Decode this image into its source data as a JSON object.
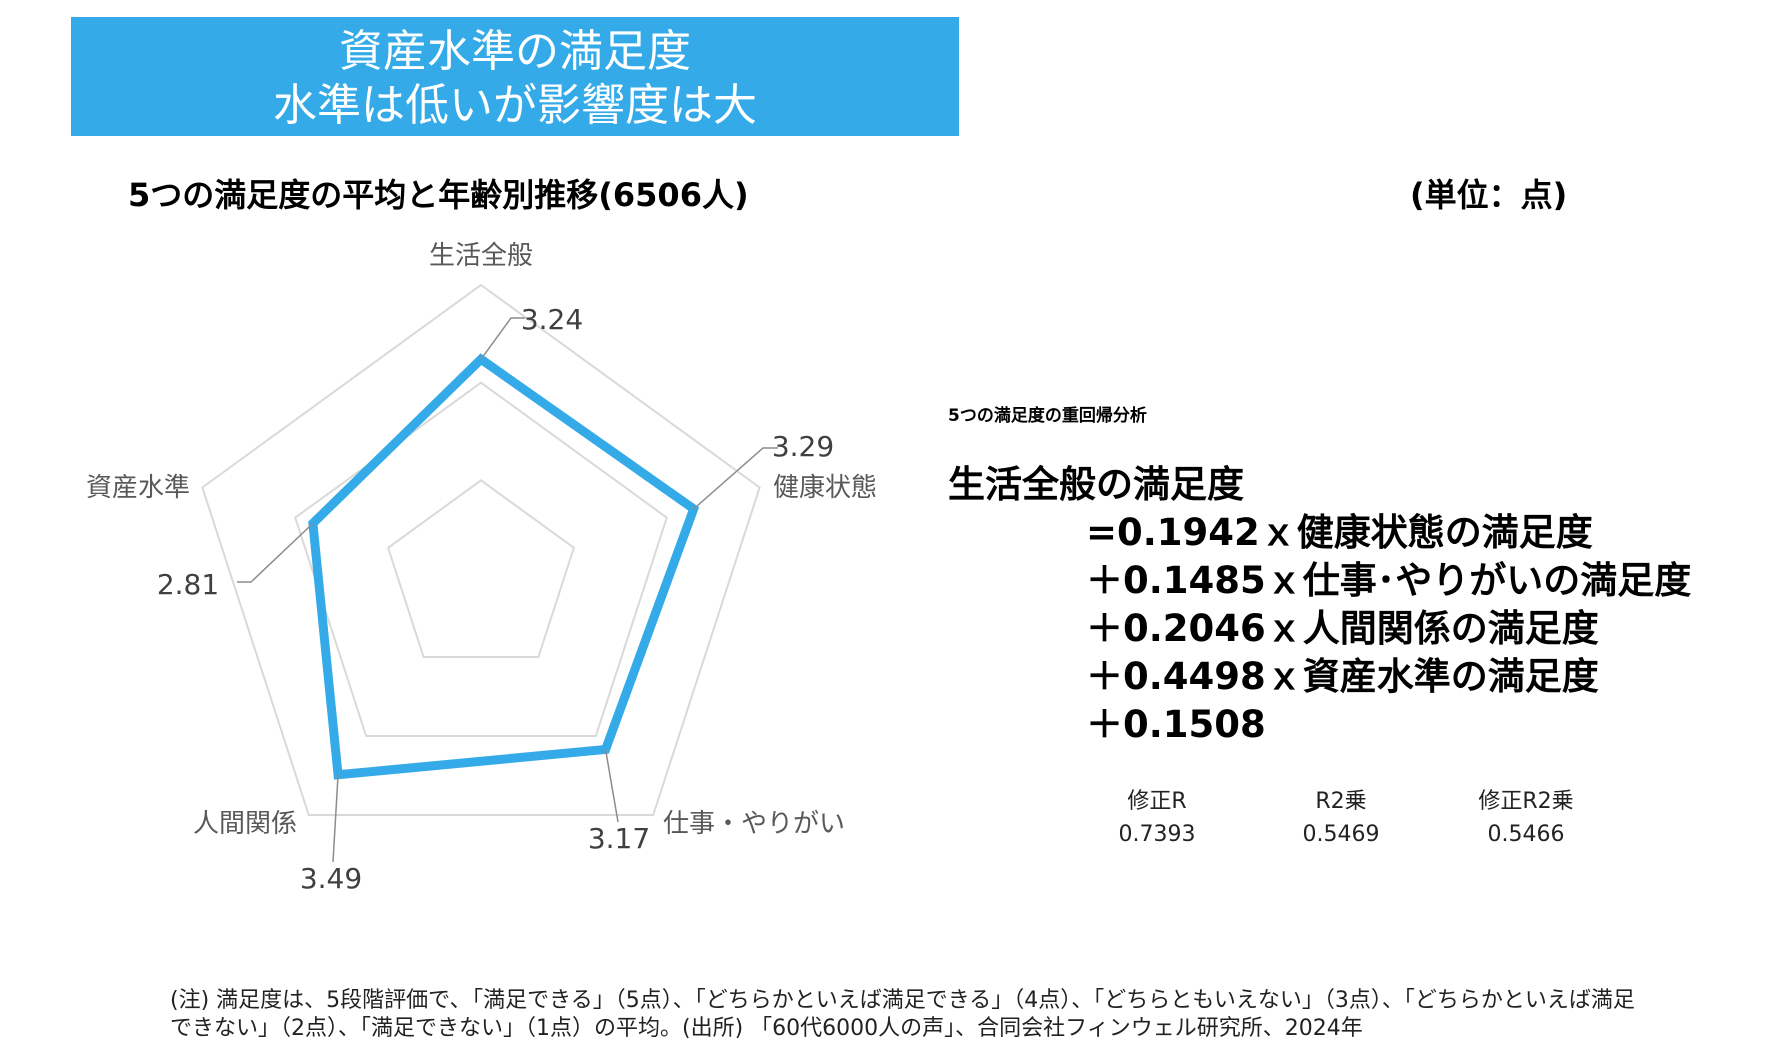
{
  "banner": {
    "line1": "資産水準の満足度",
    "line2": "水準は低いが影響度は大"
  },
  "chart_title": "5つの満足度の平均と年齢別推移(6506人)",
  "unit": "(単位：点)",
  "chart_data": {
    "type": "radar",
    "categories": [
      "生活全般",
      "健康状態",
      "仕事・やりがい",
      "人間関係",
      "資産水準"
    ],
    "values": [
      3.24,
      3.29,
      3.17,
      3.49,
      2.81
    ],
    "data_labels": [
      "3.24",
      "3.29",
      "3.17",
      "3.49",
      "2.81"
    ],
    "rlim": [
      1,
      4
    ],
    "grid": true,
    "series_color": "#34abe8",
    "grid_color": "#d9d9d9"
  },
  "regression": {
    "title": "5つの満足度の重回帰分析",
    "lhs": "生活全般の満足度",
    "terms": [
      "=0.1942ｘ健康状態の満足度",
      "＋0.1485ｘ仕事･やりがいの満足度",
      "＋0.2046ｘ人間関係の満足度",
      "＋0.4498ｘ資産水準の満足度",
      "＋0.1508"
    ],
    "stats": [
      {
        "label": "修正R",
        "value": "0.7393"
      },
      {
        "label": "R2乗",
        "value": "0.5469"
      },
      {
        "label": "修正R2乗",
        "value": "0.5466"
      }
    ]
  },
  "note": {
    "line1": "(注) 満足度は、5段階評価で､「満足できる」（5点）、「どちらかといえば満足できる」（4点）、「どちらともいえない」（3点）、「どちらかといえば満足",
    "line2": "できない」（2点）、「満足できない」（1点）の平均。(出所) 「60代6000人の声」、合同会社フィンウェル研究所、2024年"
  }
}
